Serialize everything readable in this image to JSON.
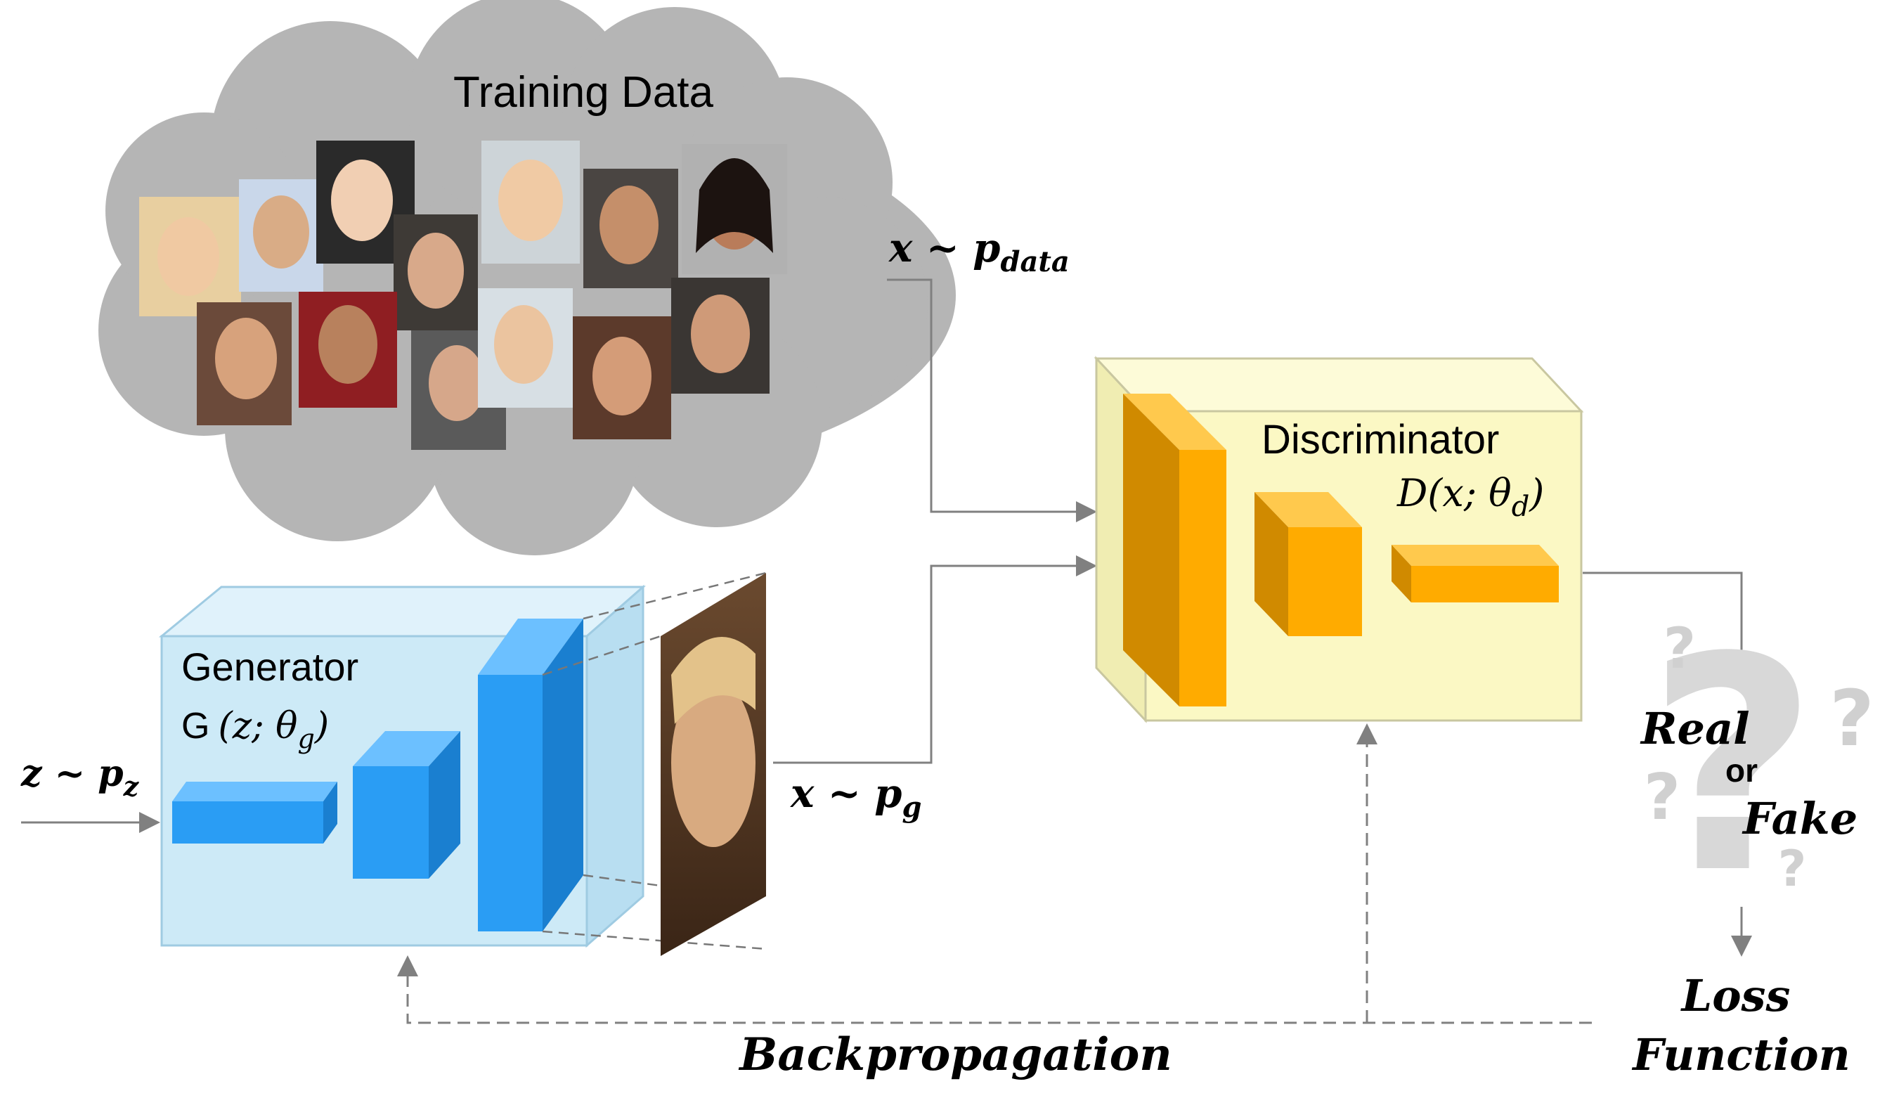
{
  "training": {
    "title": "Training Data",
    "sample_label": "x ~ p",
    "sample_sub": "data"
  },
  "generator": {
    "title": "Generator",
    "fn_prefix": "G",
    "fn_body": "(z; θ",
    "fn_sub": "g",
    "fn_close": ")"
  },
  "noise": {
    "label": "z ~ p",
    "sub": "z"
  },
  "generated": {
    "label": "x ~ p",
    "sub": "g"
  },
  "discriminator": {
    "title": "Discriminator",
    "fn_body": "D(x; θ",
    "fn_sub": "d",
    "fn_close": ")"
  },
  "output": {
    "real": "Real",
    "or": "or",
    "fake": "Fake"
  },
  "loss": {
    "line1": "Loss",
    "line2": "Function"
  },
  "backprop": {
    "label": "Backpropagation"
  },
  "colors": {
    "cloud": "#b5b5b5",
    "generator_box": "#cdeaf7",
    "generator_layer": "#2a9df4",
    "discriminator_box": "#fbf8c4",
    "discriminator_layer": "#ffab00",
    "arrow": "#808080"
  },
  "icons": {
    "question": "question-mark-icon"
  }
}
